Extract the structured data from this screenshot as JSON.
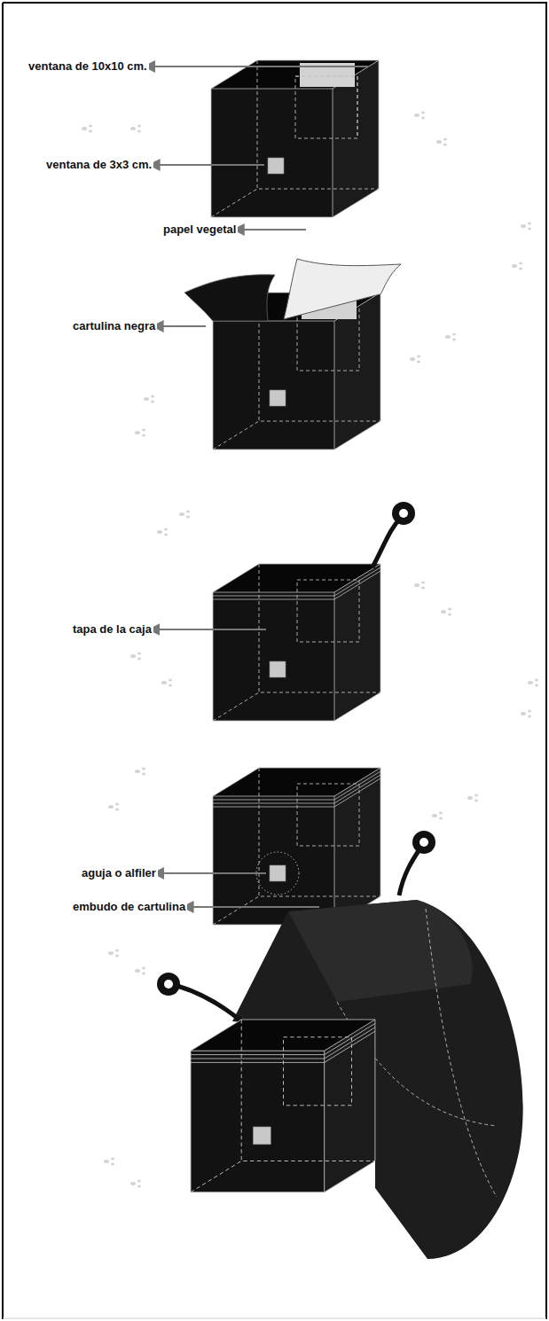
{
  "diagram": {
    "labels": [
      "ventana de 10x10 cm.",
      "ventana de 3x3 cm.",
      "papel vegetal",
      "cartulina negra",
      "tapa de la caja",
      "aguja o alfiler",
      "embudo de cartulina"
    ]
  }
}
